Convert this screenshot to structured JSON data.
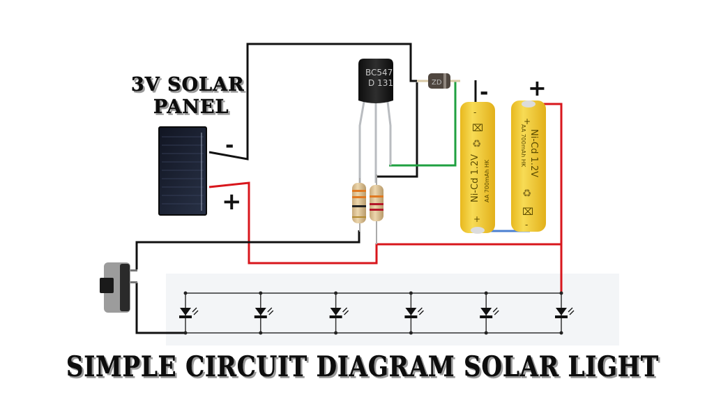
{
  "title": "SIMPLE CIRCUIT DIAGRAM SOLAR LIGHT",
  "solar_panel": {
    "label_line1": "3V SOLAR",
    "label_line2": "PANEL",
    "negative_sign": "-",
    "positive_sign": "+"
  },
  "transistor": {
    "line1": "BC547",
    "line2": "D 131"
  },
  "diode": {
    "marking": "ZD"
  },
  "batteries": {
    "negative_sign": "-",
    "positive_sign": "+",
    "cells": [
      {
        "chemistry": "Ni-Cd 1.2V",
        "spec": "AA 700mAh HK",
        "top_terminal": "-",
        "bottom_terminal": "+"
      },
      {
        "chemistry": "Ni-Cd 1.2V",
        "spec": "AA 700mAh HK",
        "top_terminal": "+",
        "bottom_terminal": "-"
      }
    ]
  },
  "led_count": 6,
  "colors": {
    "wire_black": "#111111",
    "wire_red": "#d8161c",
    "wire_green": "#1fa040",
    "wire_blue": "#4a7fd0",
    "battery_yellow": "#f3cf3a",
    "panel_dark": "#1b2233"
  }
}
